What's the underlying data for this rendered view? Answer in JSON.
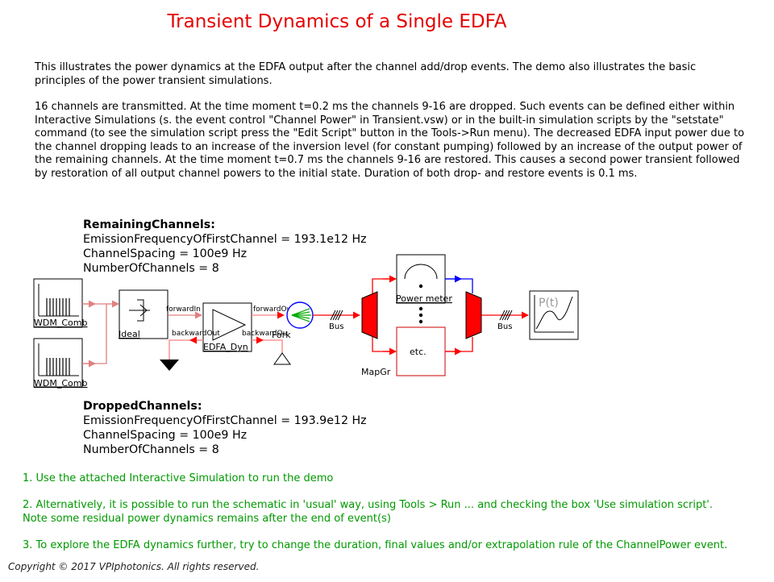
{
  "title": "Transient Dynamics of a Single EDFA",
  "description": {
    "p1": "This illustrates the power dynamics at the EDFA output after the channel add/drop events. The demo also illustrates the basic principles of the power transient simulations.",
    "p2": "16 channels are transmitted. At the time moment t=0.2 ms the channels 9-16 are dropped. Such events can be defined either within Interactive Simulations (s. the event control \"Channel Power\" in Transient.vsw) or in the built-in simulation scripts by the \"setstate\" command (to see the simulation script press the \"Edit Script\" button in the Tools->Run menu). The decreased EDFA input power due to the channel dropping leads to an increase of the inversion level (for constant pumping) followed by an increase of the output power of the remaining channels. At the time moment t=0.7 ms the channels 9-16 are restored. This causes a second power transient followed by restoration of all output channel powers to the initial state. Duration of both drop- and restore events is 0.1 ms."
  },
  "remaining": {
    "header": "RemainingChannels:",
    "line1": "EmissionFrequencyOfFirstChannel = 193.1e12 Hz",
    "line2": "ChannelSpacing = 100e9 Hz",
    "line3": "NumberOfChannels = 8"
  },
  "dropped": {
    "header": "DroppedChannels:",
    "line1": "EmissionFrequencyOfFirstChannel = 193.9e12 Hz",
    "line2": "ChannelSpacing = 100e9 Hz",
    "line3": "NumberOfChannels = 8"
  },
  "diagram": {
    "wdm_top": "WDM_Comb",
    "wdm_bottom": "WDM_Comb",
    "ideal": "Ideal",
    "forward_in": "forwardIn",
    "forward_out": "forwardOu",
    "backward_out_left": "backwardOut",
    "backward_out_right": "backwardOu",
    "edfa": "EDFA_Dyn",
    "fork": "Fork",
    "bus_left": "Bus",
    "bus_right": "Bus",
    "power_meter": "Power meter",
    "etc": "etc.",
    "mapgr": "MapGr",
    "pt": "P(t)"
  },
  "notes": {
    "n1": "1. Use the attached Interactive Simulation to run the demo",
    "n2": "2. Alternatively, it is possible to run the schematic in 'usual' way, using Tools > Run ... and checking the box 'Use simulation script'. Note some residual power dynamics remains after the end of event(s)",
    "n3": "3. To explore the EDFA dynamics further, try to change the duration, final values and/or extrapolation rule of the ChannelPower event."
  },
  "copyright": "Copyright © 2017 VPIphotonics. All rights reserved.",
  "colors": {
    "title": "#e60000",
    "notes": "#009900",
    "wire_optical": "#e08080",
    "wire_red": "#ff0000",
    "wire_blue": "#0000ff",
    "fork_circle": "#0000ff",
    "fork_lines": "#00aa00"
  }
}
